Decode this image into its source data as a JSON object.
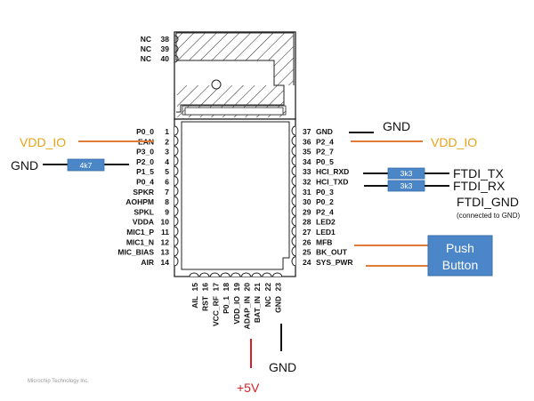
{
  "diagram": {
    "title": "Bluetooth module pin connection diagram",
    "credit": "Microchip Technology Inc.",
    "colors": {
      "vdd_io": "#e8a317",
      "power_5v": "#d61f26",
      "signal_wire": "#e07b39",
      "resistor_fill": "#4a86c8",
      "button_fill": "#4a86c8",
      "ground_wire": "#111111"
    },
    "top_pins": [
      {
        "name": "NC",
        "num": "38"
      },
      {
        "name": "NC",
        "num": "39"
      },
      {
        "name": "NC",
        "num": "40"
      }
    ],
    "left_pins": [
      {
        "name": "P0_0",
        "num": "1"
      },
      {
        "name": "EAN",
        "num": "2"
      },
      {
        "name": "P3_0",
        "num": "3"
      },
      {
        "name": "P2_0",
        "num": "4"
      },
      {
        "name": "P1_5",
        "num": "5"
      },
      {
        "name": "P0_4",
        "num": "6"
      },
      {
        "name": "SPKR",
        "num": "7"
      },
      {
        "name": "AOHPM",
        "num": "8"
      },
      {
        "name": "SPKL",
        "num": "9"
      },
      {
        "name": "VDDA",
        "num": "10"
      },
      {
        "name": "MIC1_P",
        "num": "11"
      },
      {
        "name": "MIC1_N",
        "num": "12"
      },
      {
        "name": "MIC_BIAS",
        "num": "13"
      },
      {
        "name": "AIR",
        "num": "14"
      }
    ],
    "bottom_pins": [
      {
        "name": "AIL",
        "num": "15"
      },
      {
        "name": "RST",
        "num": "16"
      },
      {
        "name": "VCC_RF",
        "num": "17"
      },
      {
        "name": "P0_1",
        "num": "18"
      },
      {
        "name": "VDD_IO",
        "num": "19"
      },
      {
        "name": "ADAP_IN",
        "num": "20"
      },
      {
        "name": "BAT_IN",
        "num": "21"
      },
      {
        "name": "NC",
        "num": "22"
      },
      {
        "name": "GND",
        "num": "23"
      }
    ],
    "right_pins": [
      {
        "name": "GND",
        "num": "37"
      },
      {
        "name": "P2_4",
        "num": "36"
      },
      {
        "name": "P2_7",
        "num": "35"
      },
      {
        "name": "P0_5",
        "num": "34"
      },
      {
        "name": "HCI_RXD",
        "num": "33"
      },
      {
        "name": "HCI_TXD",
        "num": "32"
      },
      {
        "name": "P0_3",
        "num": "31"
      },
      {
        "name": "P0_2",
        "num": "30"
      },
      {
        "name": "P2_4",
        "num": "29"
      },
      {
        "name": "LED2",
        "num": "28"
      },
      {
        "name": "LED1",
        "num": "27"
      },
      {
        "name": "MFB",
        "num": "26"
      },
      {
        "name": "BK_OUT",
        "num": "25"
      },
      {
        "name": "SYS_PWR",
        "num": "24"
      }
    ],
    "connections": {
      "ean_label": "VDD_IO",
      "p2_0_label": "GND",
      "p2_0_resistor": "4k7",
      "gnd37_label": "GND",
      "p2_4_label": "VDD_IO",
      "rxd_resistor": "3k3",
      "txd_resistor": "3k3",
      "ftdi_tx": "FTDI_TX",
      "ftdi_rx": "FTDI_RX",
      "ftdi_gnd": "FTDI_GND",
      "ftdi_gnd_note": "(connected to GND)",
      "button_line1": "Push",
      "button_line2": "Button",
      "adap_in_label": "+5V",
      "gnd23_label": "GND"
    }
  }
}
